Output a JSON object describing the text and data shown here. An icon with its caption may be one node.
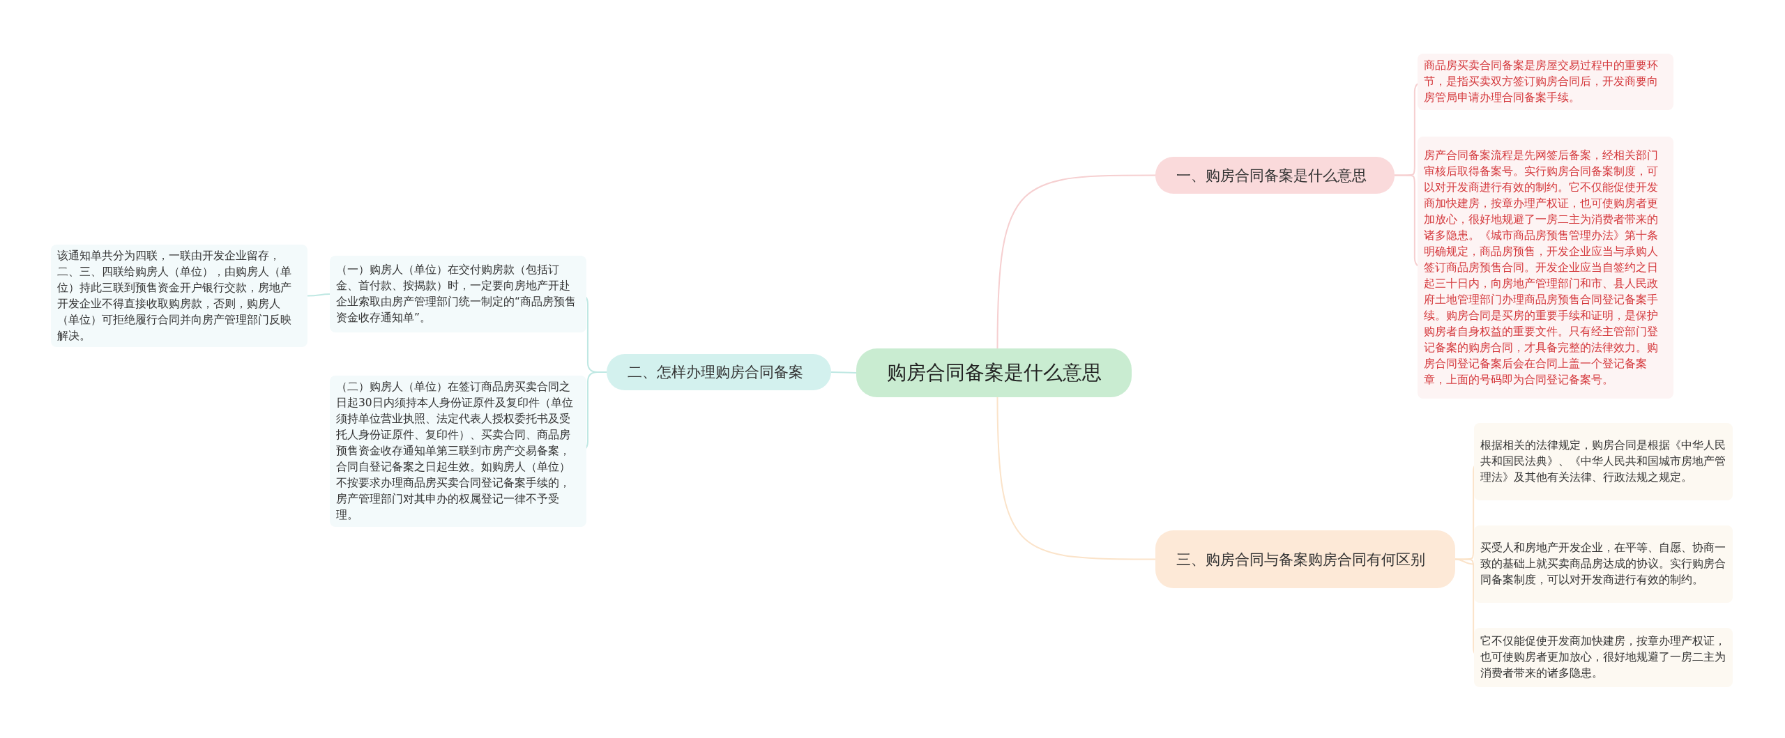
{
  "diagram": {
    "nodes": [
      {
        "text": [
          "购房合同备案是什么意思"
        ]
      },
      {
        "text": [
          "一、购房合同备案是什么意思"
        ]
      },
      {
        "text": [
          "商品房买卖合同备案是房屋交易过程中的重要环节，是指买卖双方签订购房合同后，开发商要向房管局申请办理合同备案手续。"
        ]
      },
      {
        "text": [
          "房产合同备案流程是先网签后备案，经相关部门审核后取得备案号。实行购房合同备案制度，可以对开发商进行有效的制约。它不仅能促使开发商加快建房，按章办理产权证，也可使购房者更加放心，很好地规避了一房二主为消费者带来的诸多隐患。《城市商品房预售管理办法》第十条明确规定，商品房预售，开发企业应当与承购人签订商品房预售合同。开发企业应当自签约之日起三十日内，向房地产管理部门和市、县人民政府土地管理部门办理商品房预售合同登记备案手续。购房合同是买房的重要手续和证明，是保护购房者自身权益的重要文件。只有经主管部门登记备案的购房合同，才具备完整的法律效力。购房合同登记备案后会在合同上盖一个登记备案章，上面的号码即为合同登记备案号。"
        ]
      },
      {
        "text": [
          "二、怎样办理购房合同备案"
        ]
      },
      {
        "text": [
          "（一）购房人（单位）在交付购房款（包括订金、首付款、按揭款）时，一定要向房地产开赴企业索取由房产管理部门统一制定的“商品房预售资金收存通知单”。"
        ]
      },
      {
        "text": [
          "该通知单共分为四联，一联由开发企业留存，二、三、四联给购房人（单位），由购房人（单位）持此三联到预售资金开户银行交款，房地产开发企业不得直接收取购房款，否则，购房人（单位）可拒绝履行合同并向房产管理部门反映解决。"
        ]
      },
      {
        "text": [
          "（二）购房人（单位）在签订商品房买卖合同之日起30日内须持本人身份证原件及复印件（单位须持单位营业执照、法定代表人授权委托书及受托人身份证原件、复印件）、买卖合同、商品房预售资金收存通知单第三联到市房产交易备案，合同自登记备案之日起生效。如购房人（单位）不按要求办理商品房买卖合同登记备案手续的，房产管理部门对其申办的权属登记一律不予受理。"
        ]
      },
      {
        "text": [
          "三、购房合同与备案购房合同有何区别"
        ]
      },
      {
        "text": [
          "根据相关的法律规定，购房合同是根据《中华人民共和国民法典》、《中华人民共和国城市房地产管理法》及其他有关法律、行政法规之规定。"
        ]
      },
      {
        "text": [
          "买受人和房地产开发企业，在平等、自愿、协商一致的基础上就买卖商品房达成的协议。实行购房合同备案制度，可以对开发商进行有效的制约。"
        ]
      },
      {
        "text": [
          "它不仅能促使开发商加快建房，按章办理产权证，也可使购房者更加放心，很好地规避了一房二主为消费者带来的诸多隐患。"
        ]
      }
    ],
    "edges": [
      {
        "from": 0,
        "to": 1,
        "arrow": "none",
        "color": "#f6cfd0"
      },
      {
        "from": 1,
        "to": 2,
        "arrow": "none",
        "color": "#f6cfd0"
      },
      {
        "from": 1,
        "to": 3,
        "arrow": "none",
        "color": "#f6cfd0"
      },
      {
        "from": 0,
        "to": 4,
        "arrow": "none",
        "color": "#bfe8e3"
      },
      {
        "from": 4,
        "to": 5,
        "arrow": "none",
        "color": "#bfe8e3"
      },
      {
        "from": 5,
        "to": 6,
        "arrow": "none",
        "color": "#bfe8e3"
      },
      {
        "from": 4,
        "to": 7,
        "arrow": "none",
        "color": "#bfe8e3"
      },
      {
        "from": 0,
        "to": 8,
        "arrow": "none",
        "color": "#fbe3c9"
      },
      {
        "from": 8,
        "to": 9,
        "arrow": "none",
        "color": "#fbe3c9"
      },
      {
        "from": 8,
        "to": 10,
        "arrow": "none",
        "color": "#fbe3c9"
      },
      {
        "from": 8,
        "to": 11,
        "arrow": "none",
        "color": "#fbe3c9"
      }
    ]
  }
}
